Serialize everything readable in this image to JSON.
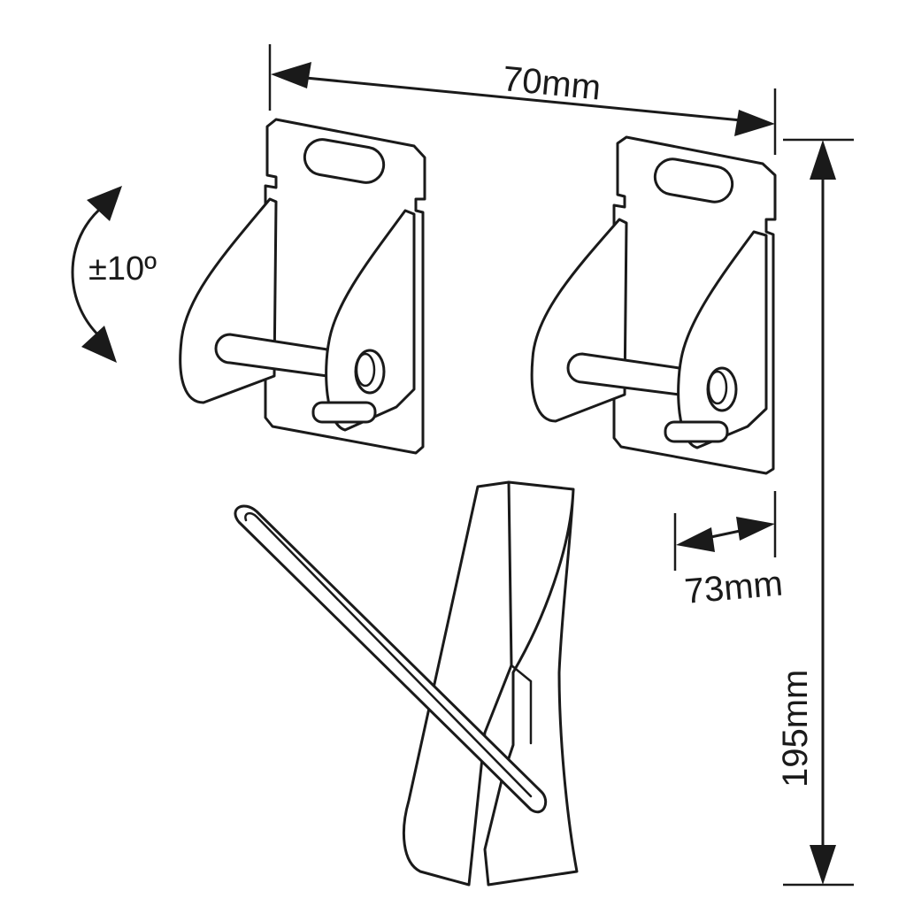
{
  "dimensions": {
    "width_label": "70mm",
    "depth_label": "73mm",
    "height_label": "195mm",
    "tilt_label": "±10º"
  },
  "colors": {
    "line": "#1a1a1a",
    "background": "#ffffff"
  }
}
